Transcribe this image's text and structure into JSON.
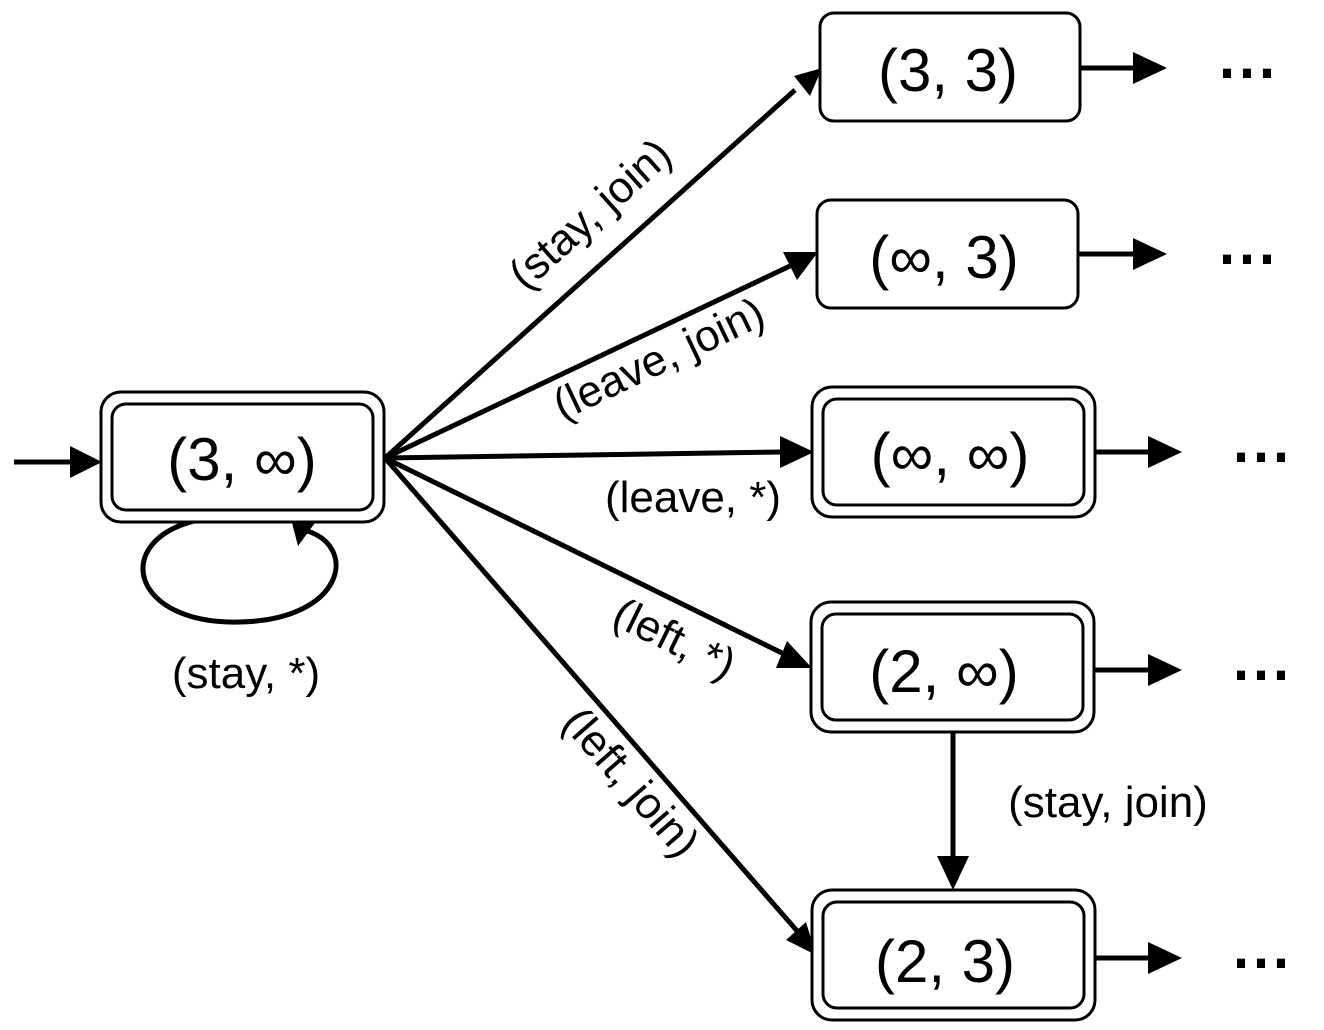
{
  "states": {
    "s_3_inf": "(3, ∞)",
    "s_3_3": "(3, 3)",
    "s_inf_3": "(∞, 3)",
    "s_inf_inf": "(∞, ∞)",
    "s_2_inf": "(2, ∞)",
    "s_2_3": "(2, 3)"
  },
  "transitions": {
    "stay_any": "(stay, *)",
    "stay_join": "(stay, join)",
    "leave_join": "(leave, join)",
    "leave_any": "(leave, *)",
    "left_any": "(left, *)",
    "left_join": "(left, join)",
    "stay_join_2": "(stay, join)"
  },
  "continuation": "⋯",
  "accepting_states": [
    "(3, ∞)",
    "(∞, ∞)",
    "(2, ∞)",
    "(2, 3)"
  ],
  "initial_state": "(3, ∞)"
}
